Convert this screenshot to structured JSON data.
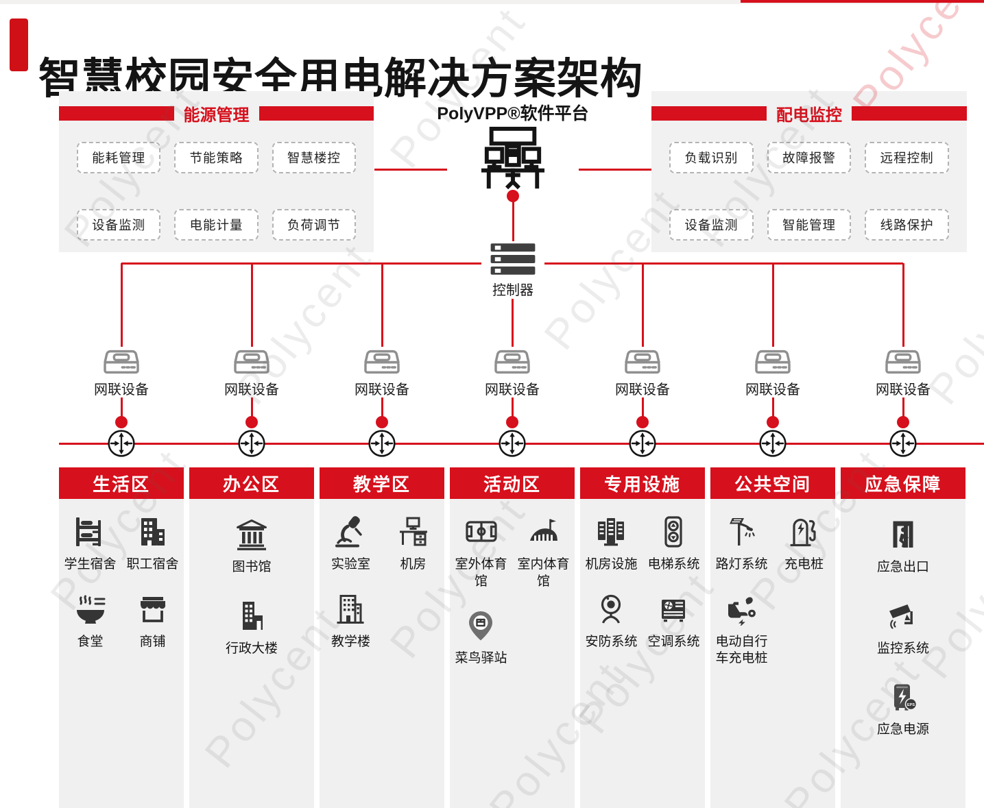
{
  "page": {
    "title": "智慧校园安全用电解决方案架构",
    "watermark": "Polycent"
  },
  "colors": {
    "brand_red": "#d6101c",
    "title_accent": "#cf1016",
    "icon_dark": "#353535",
    "panel_bg": "#f1f1f1",
    "zone_bg": "#f0f0f0",
    "controller_dark": "#3f3f3f",
    "device_stroke": "#8f8f8f",
    "pin_gray": "#6f6f6f"
  },
  "platform": {
    "title": "PolyVPP®软件平台",
    "icon": "workstation",
    "controller": {
      "label": "控制器",
      "icon": "server-stack"
    }
  },
  "panels": [
    {
      "id": "energy",
      "title": "能源管理",
      "items": [
        "能耗管理",
        "节能策略",
        "智慧楼控",
        "设备监测",
        "电能计量",
        "负荷调节"
      ]
    },
    {
      "id": "distribution",
      "title": "配电监控",
      "items": [
        "负载识别",
        "故障报警",
        "远程控制",
        "设备监测",
        "智能管理",
        "线路保护"
      ]
    }
  ],
  "network": {
    "device_label": "网联设备",
    "device_icon": "device-box",
    "router_icon": "router",
    "branch_count": 7
  },
  "zones": [
    {
      "title": "生活区",
      "layout": "grid2",
      "items": [
        {
          "icon": "bunk-bed",
          "label": "学生宿舍"
        },
        {
          "icon": "office-building",
          "label": "职工宿舍"
        },
        {
          "icon": "food-bowl",
          "label": "食堂"
        },
        {
          "icon": "shop",
          "label": "商铺"
        }
      ]
    },
    {
      "title": "办公区",
      "layout": "single",
      "items": [
        {
          "icon": "library",
          "label": "图书馆"
        },
        {
          "icon": "admin-building",
          "label": "行政大楼"
        }
      ]
    },
    {
      "title": "教学区",
      "layout": "grid2",
      "items": [
        {
          "icon": "microscope",
          "label": "实验室"
        },
        {
          "icon": "computer-desk",
          "label": "机房"
        },
        {
          "icon": "school-building",
          "label": "教学楼"
        }
      ]
    },
    {
      "title": "活动区",
      "layout": "grid2",
      "items": [
        {
          "icon": "sports-field",
          "label": "室外体育馆"
        },
        {
          "icon": "stadium",
          "label": "室内体育馆"
        },
        {
          "icon": "package-pin",
          "label": "菜鸟驿站"
        }
      ]
    },
    {
      "title": "专用设施",
      "layout": "grid2",
      "items": [
        {
          "icon": "server-racks",
          "label": "机房设施"
        },
        {
          "icon": "elevator",
          "label": "电梯系统"
        },
        {
          "icon": "security-camera",
          "label": "安防系统"
        },
        {
          "icon": "ac-unit",
          "label": "空调系统"
        }
      ]
    },
    {
      "title": "公共空间",
      "layout": "grid2",
      "items": [
        {
          "icon": "street-light",
          "label": "路灯系统"
        },
        {
          "icon": "ev-charger",
          "label": "充电桩"
        },
        {
          "icon": "e-bike",
          "label": "电动自行车充电桩"
        }
      ]
    },
    {
      "title": "应急保障",
      "layout": "single",
      "items": [
        {
          "icon": "exit-door",
          "label": "应急出口"
        },
        {
          "icon": "cctv",
          "label": "监控系统"
        },
        {
          "icon": "eps-power",
          "label": "应急电源",
          "badge": "EPS"
        }
      ]
    }
  ]
}
